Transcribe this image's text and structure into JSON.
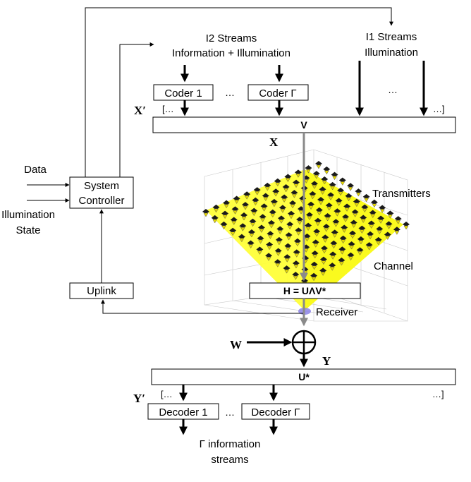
{
  "labels": {
    "i2_streams_line1": "I2 Streams",
    "i2_streams_line2": "Information + Illumination",
    "i1_streams_line1": "I1 Streams",
    "i1_streams_line2": "Illumination",
    "coder_1": "Coder 1",
    "coder_gamma": "Coder Γ",
    "ellipsis_coders": "…",
    "ellipsis_i1": "…",
    "x_prime": "X′",
    "bracket_open_top": "[…",
    "bracket_close_top": "…]",
    "v_box": "V",
    "x": "X",
    "data": "Data",
    "system_controller_line1": "System",
    "system_controller_line2": "Controller",
    "illumination_state_line1": "Illumination",
    "illumination_state_line2": "State",
    "transmitters": "Transmitters",
    "channel": "Channel",
    "h_box": "H = UΛV*",
    "receiver": "Receiver",
    "uplink": "Uplink",
    "w": "W",
    "y": "Y",
    "u_star_box": "U*",
    "y_prime": "Y′",
    "bracket_open_bottom": "[…",
    "bracket_close_bottom": "…]",
    "decoder_1": "Decoder 1",
    "decoder_gamma": "Decoder Γ",
    "ellipsis_decoders": "…",
    "info_streams_line1": "Γ information",
    "info_streams_line2": "streams"
  },
  "colors": {
    "cone_fill": "#ffff33",
    "transmitter_top": "#1a1a1a",
    "receiver_marker": "#8c82e6",
    "signal_path": "#8a8a8a"
  }
}
